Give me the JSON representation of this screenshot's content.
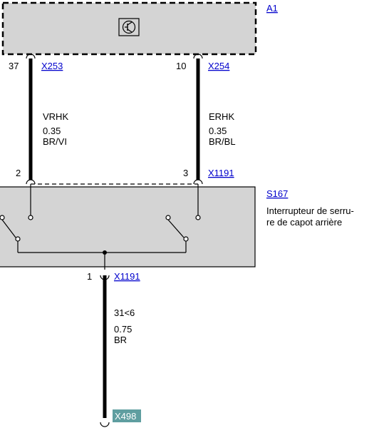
{
  "modules": {
    "a1": {
      "label": "A1"
    },
    "s167": {
      "label": "S167",
      "description_line1": "Interrupteur de serru-",
      "description_line2": "re de capot arrière"
    }
  },
  "connectors": {
    "x253": {
      "label": "X253",
      "pin": "37"
    },
    "x254": {
      "label": "X254",
      "pin": "10"
    },
    "x1191_top": {
      "label": "X1191",
      "pin_left": "2",
      "pin_right": "3"
    },
    "x1191_bottom": {
      "label": "X1191",
      "pin": "1"
    },
    "x498": {
      "label": "X498"
    }
  },
  "wires": {
    "left": {
      "signal": "VRHK",
      "section": "0.35",
      "color": "BR/VI"
    },
    "right": {
      "signal": "ERHK",
      "section": "0.35",
      "color": "BR/BL"
    },
    "bottom": {
      "signal": "31<6",
      "section": "0.75",
      "color": "BR"
    }
  },
  "icons": {
    "module_symbol": "transistor-icon"
  },
  "colors": {
    "link": "#0000cc",
    "box_fill": "#d4d4d4",
    "badge_fill": "#5f9ea0"
  }
}
